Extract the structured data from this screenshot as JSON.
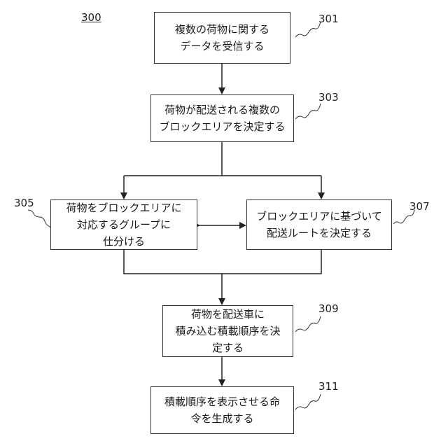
{
  "figure_number": "300",
  "steps": [
    {
      "id": "301",
      "text": "複数の荷物に関する\nデータを受信する"
    },
    {
      "id": "303",
      "text": "荷物が配送される複数の\nブロックエリアを決定する"
    },
    {
      "id": "305",
      "text": "荷物をブロックエリアに\n対応するグループに\n仕分ける"
    },
    {
      "id": "307",
      "text": "ブロックエリアに基づいて\n配送ルートを決定する"
    },
    {
      "id": "309",
      "text": "荷物を配送車に\n積み込む積載順序を決\n定する"
    },
    {
      "id": "311",
      "text": "積載順序を表示させる命\n令を生成する"
    }
  ]
}
